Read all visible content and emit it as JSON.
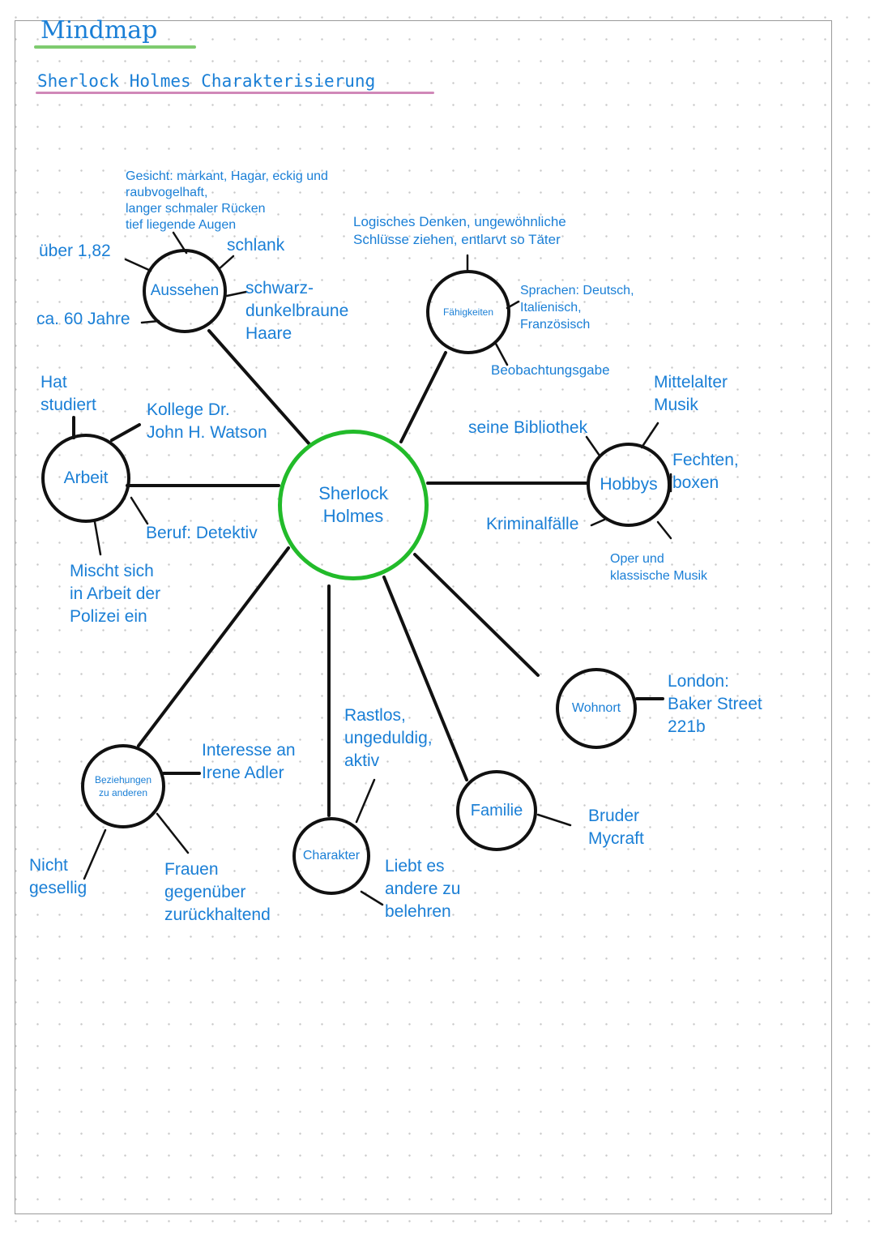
{
  "header": {
    "title": "Mindmap",
    "subtitle": "Sherlock Holmes Charakterisierung"
  },
  "colors": {
    "text": "#1a7fd6",
    "center_ring": "#22bb2a",
    "lines": "#111111",
    "title_underline": "#7ecb6f",
    "subtitle_underline": "#d088b8"
  },
  "center": {
    "label": "Sherlock\nHolmes"
  },
  "nodes": {
    "aussehen": "Aussehen",
    "faehigkeiten": "Fähigkeiten",
    "arbeit": "Arbeit",
    "hobbys": "Hobbys",
    "wohnort": "Wohnort",
    "beziehungen": "Beziehungen\nzu anderen",
    "charakter": "Charakter",
    "familie": "Familie"
  },
  "notes": {
    "gesicht": "Gesicht: markant, Hagar, eckig und\nraubvogelhaft,\nlanger schmaler Rücken\ntief liegende Augen",
    "groesse": "über 1,82",
    "schlank": "schlank",
    "alter": "ca. 60 Jahre",
    "haare": "schwarz-\ndunkelbraune\nHaare",
    "logisch": "Logisches Denken, ungewöhnliche\nSchlüsse ziehen, entlarvt so Täter",
    "sprachen": "Sprachen: Deutsch,\nItalienisch,\nFranzösisch",
    "beobachtung": "Beobachtungsgabe",
    "studiert": "Hat\nstudiert",
    "kollege": "Kollege Dr.\nJohn H. Watson",
    "beruf": "Beruf: Detektiv",
    "mischt": "Mischt sich\nin Arbeit der\nPolizei ein",
    "mittelalter": "Mittelalter\nMusik",
    "bibliothek": "seine Bibliothek",
    "fechten": "Fechten,\nboxen",
    "kriminal": "Kriminalfälle",
    "oper": "Oper und\nklassische Musik",
    "london": "London:\nBaker Street\n221b",
    "rastlos": "Rastlos,\nungeduldig,\naktiv",
    "interesse": "Interesse an\nIrene Adler",
    "nicht": "Nicht\ngesellig",
    "frauen": "Frauen\ngegenüber\nzurückhaltend",
    "liebt": "Liebt es\nandere zu\nbelehren",
    "bruder": "Bruder\nMycraft"
  }
}
